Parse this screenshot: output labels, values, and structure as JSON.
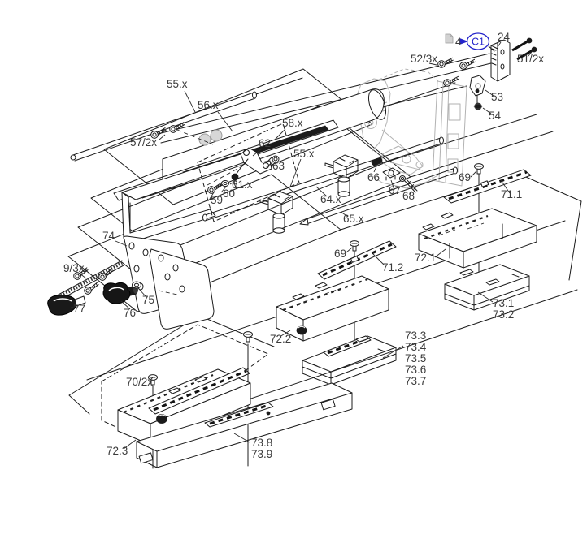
{
  "diagram": {
    "type": "exploded-parts-diagram",
    "description": "Mechanical exploded view with numbered callouts",
    "colors": {
      "background": "#ffffff",
      "line_art": "#1c1c1c",
      "label_text": "#3b3b3b",
      "ghost_silhouette": "#b2b2b2",
      "reference_link": "#2424cb"
    },
    "reference": {
      "doc_icon": "document-icon",
      "number": "4",
      "code": "C1"
    },
    "labels": [
      {
        "text": "24"
      },
      {
        "text": "52/3x"
      },
      {
        "text": "51/2x"
      },
      {
        "text": "53"
      },
      {
        "text": "54"
      },
      {
        "text": "55.x"
      },
      {
        "text": "56.x"
      },
      {
        "text": "57/2x"
      },
      {
        "text": "58.x"
      },
      {
        "text": "62"
      },
      {
        "text": "63"
      },
      {
        "text": "55.x"
      },
      {
        "text": "61.x"
      },
      {
        "text": "60"
      },
      {
        "text": "59"
      },
      {
        "text": "66"
      },
      {
        "text": "67"
      },
      {
        "text": "68"
      },
      {
        "text": "69"
      },
      {
        "text": "71.1"
      },
      {
        "text": "64.x"
      },
      {
        "text": "65.x"
      },
      {
        "text": "74"
      },
      {
        "text": "9/3x"
      },
      {
        "text": "72.1"
      },
      {
        "text": "69"
      },
      {
        "text": "71.2"
      },
      {
        "text": "73.1"
      },
      {
        "text": "73.2"
      },
      {
        "text": "75"
      },
      {
        "text": "76"
      },
      {
        "text": "77"
      },
      {
        "text": "72.2"
      },
      {
        "text": "73.3"
      },
      {
        "text": "73.4"
      },
      {
        "text": "73.5"
      },
      {
        "text": "73.6"
      },
      {
        "text": "73.7"
      },
      {
        "text": "70/2x"
      },
      {
        "text": "72.3"
      },
      {
        "text": "73.8"
      },
      {
        "text": "73.9"
      }
    ]
  }
}
